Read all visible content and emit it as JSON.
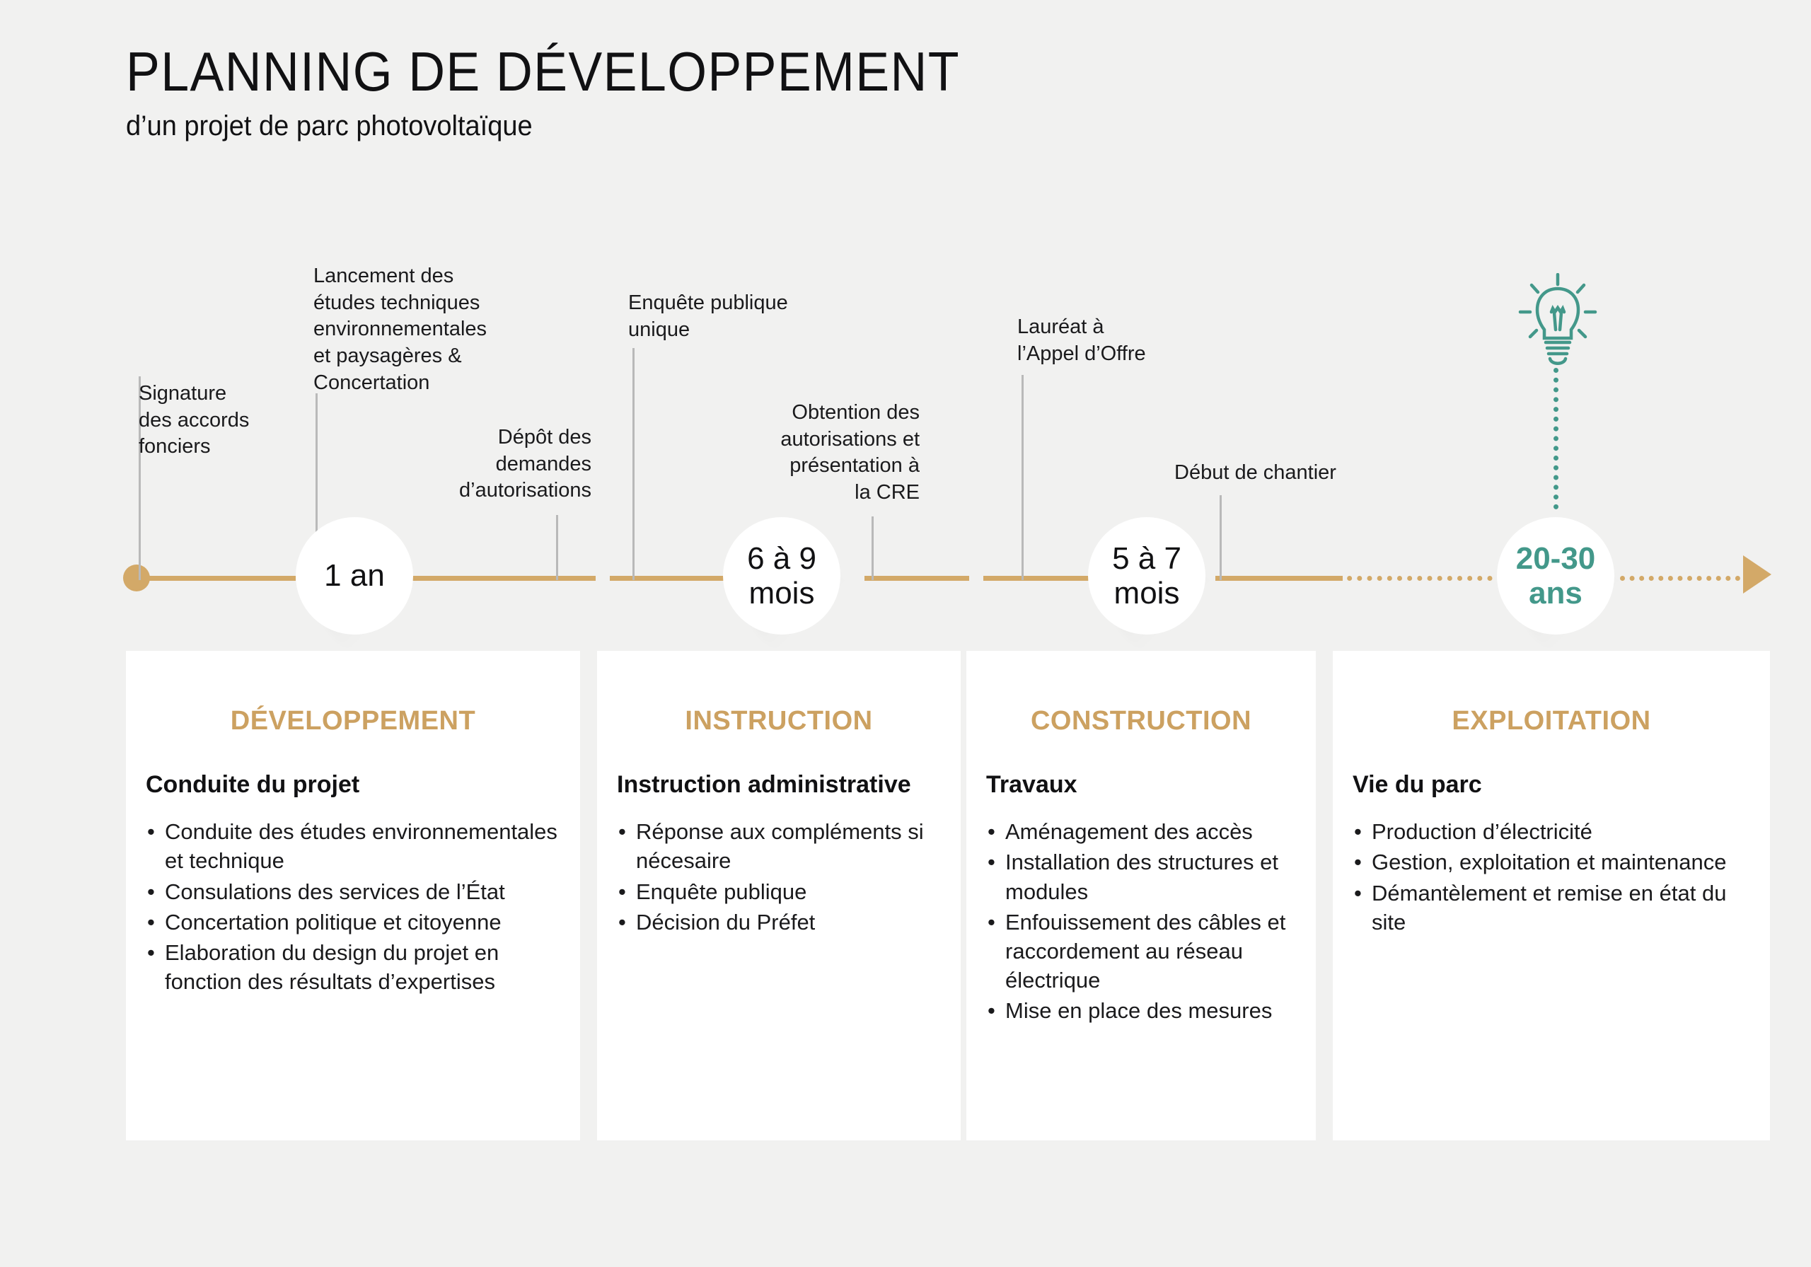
{
  "header": {
    "title": "PLANNING DE DÉVELOPPEMENT",
    "subtitle": "d’un projet de parc photovoltaïque"
  },
  "colors": {
    "background": "#f1f1f0",
    "gold": "#d3a968",
    "gold_text": "#cca161",
    "teal": "#43988a",
    "card_background": "#ffffff",
    "leader_line": "#b9b9b9",
    "text": "#111113"
  },
  "timeline": {
    "start_marker": "dot",
    "end_marker": "arrow",
    "milestones": [
      {
        "id": "signature",
        "text": "Signature\ndes accords\nfonciers",
        "align": "left"
      },
      {
        "id": "lancement-etudes",
        "text": "Lancement des\nétudes techniques\nenvironnementales\net paysagères &\nConcertation",
        "align": "left"
      },
      {
        "id": "depot-demandes",
        "text": "Dépôt des\ndemandes\nd’autorisations",
        "align": "right"
      },
      {
        "id": "enquete-publique",
        "text": "Enquête publique\nunique",
        "align": "left"
      },
      {
        "id": "obtention-autorisations",
        "text": "Obtention des\nautorisations et\nprésentation à\nla CRE",
        "align": "right"
      },
      {
        "id": "laureat-appel-offre",
        "text": "Lauréat à\nl’Appel d’Offre",
        "align": "left"
      },
      {
        "id": "debut-chantier",
        "text": "Début de chantier",
        "align": "left"
      }
    ],
    "durations": [
      {
        "id": "developpement",
        "lines": [
          "1 an"
        ],
        "color": "#111113"
      },
      {
        "id": "instruction",
        "lines": [
          "6 à 9",
          "mois"
        ],
        "color": "#111113"
      },
      {
        "id": "construction",
        "lines": [
          "5 à 7",
          "mois"
        ],
        "color": "#111113"
      },
      {
        "id": "exploitation",
        "lines": [
          "20-30",
          "ans"
        ],
        "color": "#43988a"
      }
    ],
    "icon": "lightbulb-icon"
  },
  "phases": [
    {
      "title": "DÉVELOPPEMENT",
      "subtitle": "Conduite du projet",
      "items": [
        "Conduite des études environnementales et technique",
        "Consulations des services de l’État",
        "Concertation politique et citoyenne",
        "Elaboration du design du projet en fonction des résultats d’expertises"
      ]
    },
    {
      "title": "INSTRUCTION",
      "subtitle": "Instruction administrative",
      "items": [
        "Réponse aux compléments si nécesaire",
        "Enquête publique",
        "Décision du Préfet"
      ]
    },
    {
      "title": "CONSTRUCTION",
      "subtitle": "Travaux",
      "items": [
        "Aménagement des accès",
        "Installation des structures et modules",
        "Enfouissement des câbles et raccordement au réseau électrique",
        "Mise en place des mesures"
      ]
    },
    {
      "title": "EXPLOITATION",
      "subtitle": "Vie du parc",
      "items": [
        "Production d’électricité",
        "Gestion, exploitation et maintenance",
        "Démantèlement et remise en état du site"
      ]
    }
  ]
}
